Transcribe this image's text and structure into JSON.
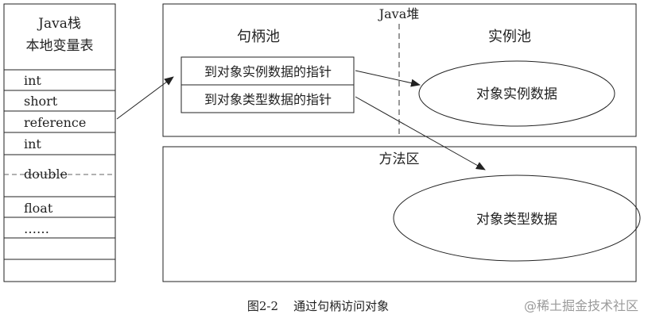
{
  "stack": {
    "title_line1": "Java栈",
    "title_line2": "本地变量表",
    "rows": [
      "int",
      "short",
      "reference",
      "int",
      "double",
      "float",
      "……",
      "",
      ""
    ]
  },
  "heap": {
    "label": "Java堆",
    "handle_pool": {
      "label": "句柄池",
      "entries": [
        "到对象实例数据的指针",
        "到对象类型数据的指针"
      ]
    },
    "instance_pool": {
      "label": "实例池",
      "ellipse_text": "对象实例数据"
    }
  },
  "method_area": {
    "label": "方法区",
    "ellipse_text": "对象类型数据"
  },
  "caption": "图2-2    通过句柄访问对象",
  "watermark": "@稀土掘金技术社区"
}
